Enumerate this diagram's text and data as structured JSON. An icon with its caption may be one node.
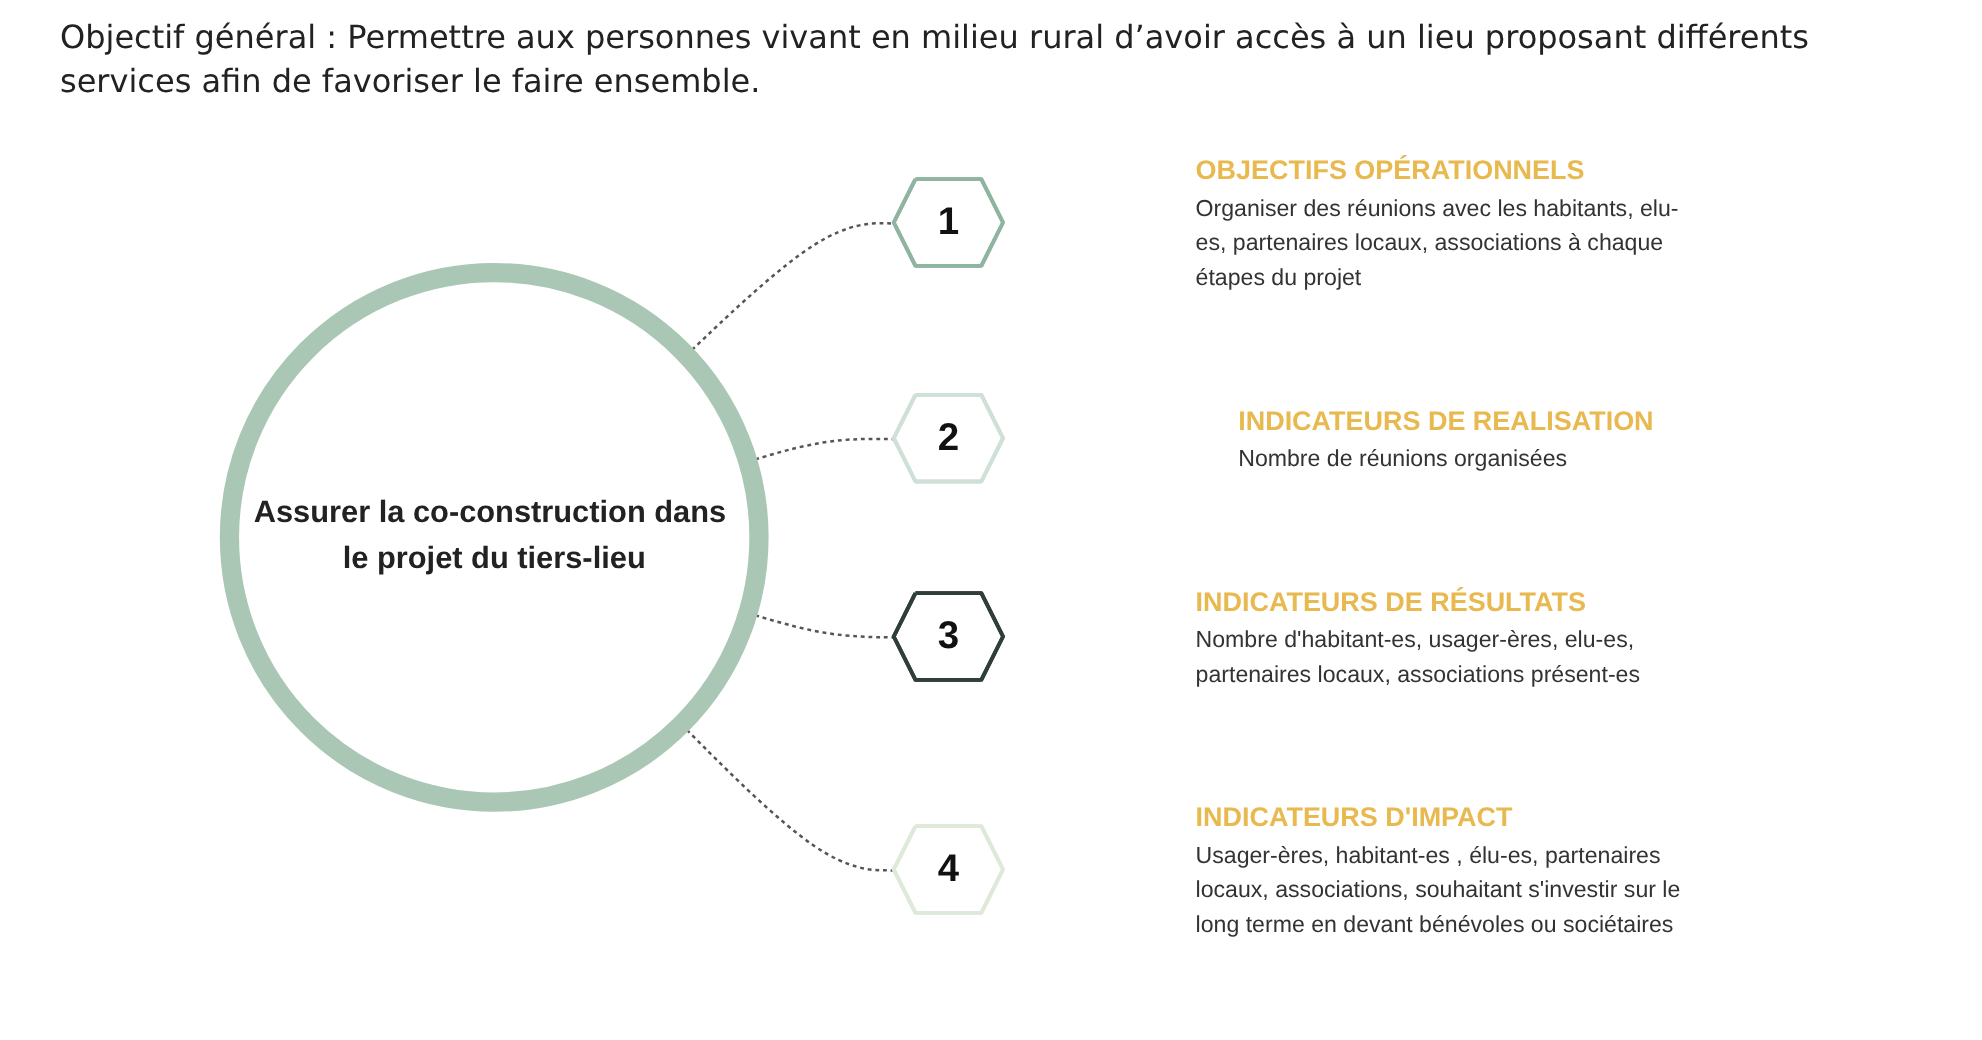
{
  "diagram": {
    "title": "Objectif général : Permettre aux personnes vivant en milieu rural d’avoir accès à un lieu proposant différents services afin de favoriser le faire ensemble.",
    "nodes": [
      {
        "text": [
          "Assurer la co-construction dans le projet du tiers-lieu"
        ]
      },
      {
        "text": [
          "1"
        ],
        "beside": [
          "OBJECTIFS OPÉRATIONNELS",
          "Organiser des réunions avec les habitants, elu-es, partenaires locaux, associations à chaque étapes du projet"
        ]
      },
      {
        "text": [
          "2"
        ],
        "beside": [
          "INDICATEURS DE REALISATION",
          "Nombre de réunions organisées"
        ]
      },
      {
        "text": [
          "3"
        ],
        "beside": [
          "INDICATEURS DE RÉSULTATS",
          "Nombre d'habitant-es, usager-ères, elu-es, partenaires locaux, associations présent-es"
        ]
      },
      {
        "text": [
          "4"
        ],
        "beside": [
          "INDICATEURS D'IMPACT",
          "Usager-ères, habitant-es , élu-es, partenaires locaux, associations, souhaitant s'investir sur le long terme en devant bénévoles ou sociétaires"
        ]
      }
    ],
    "edges": [
      {
        "from": 0,
        "to": 1,
        "arrow": "none",
        "style": "dashed"
      },
      {
        "from": 0,
        "to": 2,
        "arrow": "none",
        "style": "dashed"
      },
      {
        "from": 0,
        "to": 3,
        "arrow": "none",
        "style": "dashed"
      },
      {
        "from": 0,
        "to": 4,
        "arrow": "none",
        "style": "dashed"
      }
    ]
  }
}
